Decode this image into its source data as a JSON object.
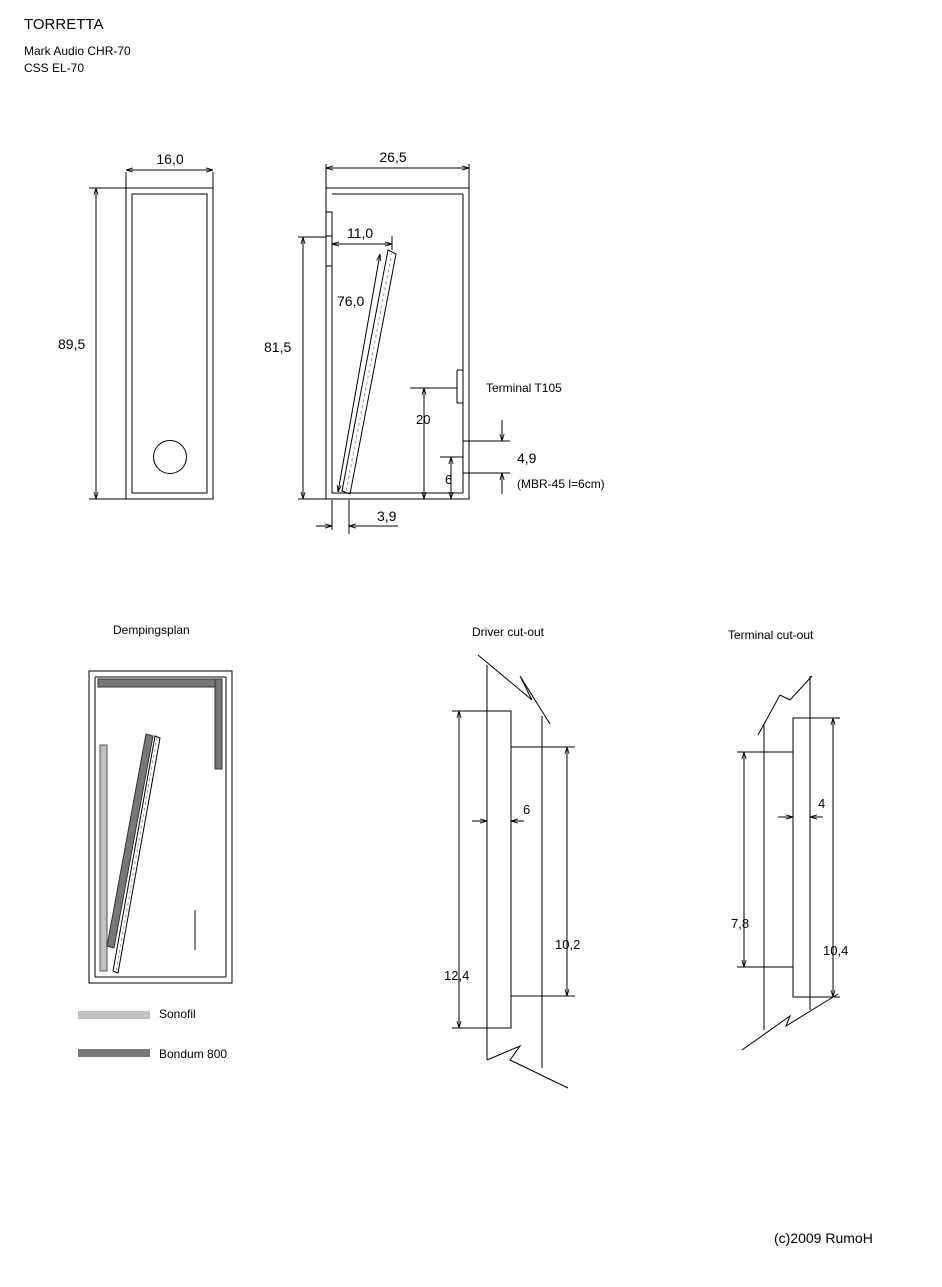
{
  "header": {
    "title": "TORRETTA",
    "driver": "Mark Audio CHR-70",
    "alt_driver": "CSS EL-70"
  },
  "front_view": {
    "width_dim": "16,0",
    "height_dim": "89,5"
  },
  "side_view": {
    "width_dim": "26,5",
    "line_height_dim": "81,5",
    "top_gap_dim": "11,0",
    "line_length_dim": "76,0",
    "bottom_gap_dim": "3,9",
    "terminal_label": "Terminal T105",
    "terminal_height_dim": "20",
    "port_height_dim": "6",
    "port_diameter_dim": "4,9",
    "port_spec": "(MBR-45 l=6cm)"
  },
  "damping_plan": {
    "title": "Dempingsplan",
    "legend": [
      {
        "label": "Sonofil",
        "color": "#c0c0c0"
      },
      {
        "label": "Bondum 800",
        "color": "#777777"
      }
    ]
  },
  "driver_cutout": {
    "title": "Driver cut-out",
    "recess_depth_dim": "6",
    "inner_dim": "10,2",
    "outer_dim": "12,4"
  },
  "terminal_cutout": {
    "title": "Terminal cut-out",
    "recess_depth_dim": "4",
    "inner_dim": "7,8",
    "outer_dim": "10,4"
  },
  "footer": {
    "copyright": "(c)2009 RumoH"
  }
}
